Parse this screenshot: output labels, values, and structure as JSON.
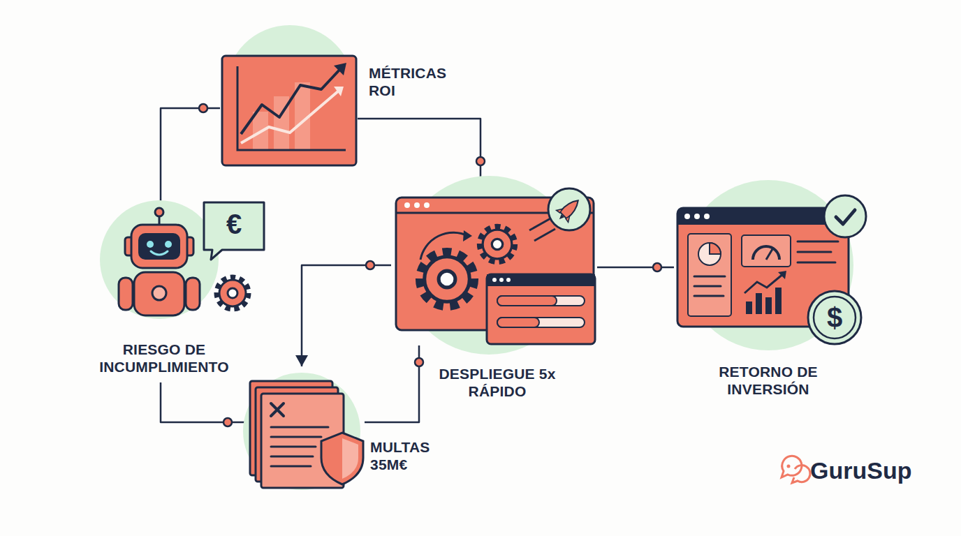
{
  "diagram": {
    "nodes": [
      {
        "text": [
          "RIESGO DE INCUMPLIMIENTO"
        ]
      },
      {
        "text": [
          "MÉTRICAS ROI"
        ]
      },
      {
        "text": [
          "DESPLIEGUE 5x RÁPIDO"
        ]
      },
      {
        "text": [
          "MULTAS 35M€"
        ]
      },
      {
        "text": [
          "RETORNO DE INVERSIÓN"
        ]
      }
    ],
    "edges": [
      {
        "from": 0,
        "to": 1,
        "arrow": "none"
      },
      {
        "from": 1,
        "to": 2,
        "arrow": "none"
      },
      {
        "from": 2,
        "to": 3,
        "arrow": "to"
      },
      {
        "from": 3,
        "to": 2,
        "arrow": "none"
      },
      {
        "from": 0,
        "to": 3,
        "arrow": "none"
      },
      {
        "from": 2,
        "to": 4,
        "arrow": "none"
      }
    ],
    "labels": [
      "€",
      "$",
      "GuruSup"
    ]
  }
}
